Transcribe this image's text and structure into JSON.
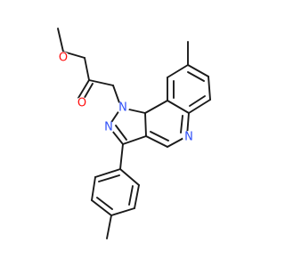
{
  "molecule": {
    "atoms": [
      {
        "id": "O1",
        "symbol": "O",
        "color": "#ff0d0d"
      },
      {
        "id": "O2",
        "symbol": "O",
        "color": "#ff0d0d"
      },
      {
        "id": "N1",
        "symbol": "N",
        "color": "#3050f8"
      },
      {
        "id": "N2",
        "symbol": "N",
        "color": "#3050f8"
      },
      {
        "id": "N3",
        "symbol": "N",
        "color": "#3050f8"
      }
    ],
    "bond_color": "#1a1a1a",
    "background": "#ffffff"
  }
}
